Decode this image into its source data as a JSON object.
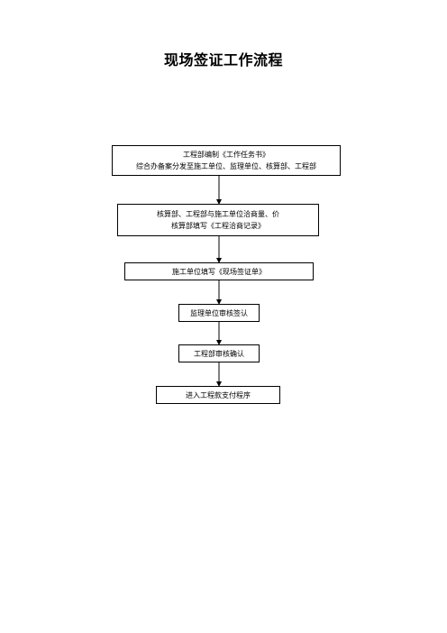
{
  "title": "现场签证工作流程",
  "steps": [
    {
      "lines": [
        "工程部编制《工作任务书》",
        "综合办备案分发至施工单位、监理单位、核算部、工程部"
      ]
    },
    {
      "lines": [
        "核算部、工程部与施工单位洽商量、价",
        "核算部填写《工程洽商记录》"
      ]
    },
    {
      "lines": [
        "施工单位填写《现场签证单》"
      ]
    },
    {
      "lines": [
        "监理单位审核签认"
      ]
    },
    {
      "lines": [
        "工程部审核确认"
      ]
    },
    {
      "lines": [
        "进入工程款支付程序"
      ]
    }
  ]
}
